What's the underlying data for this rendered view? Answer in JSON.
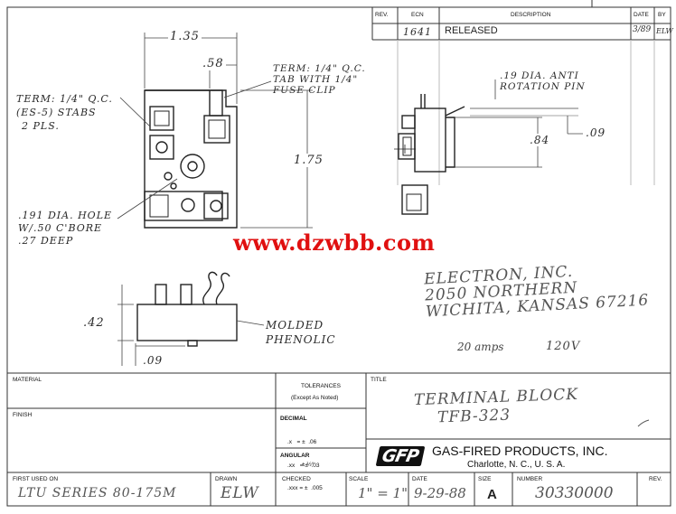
{
  "revision_block": {
    "headers": {
      "rev": "REV.",
      "ecn": "ECN",
      "description": "DESCRIPTION",
      "date": "DATE",
      "by": "BY"
    },
    "row": {
      "ecn": "1641",
      "description": "RELEASED",
      "date": "3/89",
      "by": "ELW"
    }
  },
  "drawing": {
    "dims": {
      "width": "1.35",
      "offset": ".58",
      "height": "1.75",
      "pin_offset": ".84",
      "pin_dia": ".09",
      "base_height": ".42",
      "base_foot": ".09"
    },
    "notes": {
      "term_qc_tabs": [
        "TERM: 1/4\" Q.C.",
        "(ES-5) STABS",
        "2 PLS."
      ],
      "term_fuse": [
        "TERM: 1/4\" Q.C.",
        "TAB WITH 1/4\"",
        "FUSE CLIP"
      ],
      "hole": [
        ".191 DIA. HOLE",
        "W/.50 C'BORE",
        ".27 DEEP"
      ],
      "pin": [
        ".19 DIA. ANTI",
        "ROTATION PIN"
      ],
      "molded": [
        "MOLDED",
        "PHENOLIC"
      ]
    },
    "address": [
      "ELECTRON, INC.",
      "2050 NORTHERN",
      "WICHITA, KANSAS 67216"
    ],
    "rating": {
      "amps": "20 amps",
      "volts": "120V"
    }
  },
  "watermark": "www.dzwbb.com",
  "title_block": {
    "material_label": "MATERIAL",
    "finish_label": "FINISH",
    "tolerances_label": "TOLERANCES",
    "tolerances_sub": "(Except As Noted)",
    "decimal_label": "DECIMAL",
    "decimal_rows": [
      ".x   = ±  .06",
      ".xx   = ±  .03",
      ".xxx = ±  .005"
    ],
    "angular_label": "ANGULAR",
    "angular_value": "± ½°",
    "title_label": "TITLE",
    "title_line1": "TERMINAL BLOCK",
    "title_line2": "TFB-323",
    "company_logo": "GFP",
    "company_name": "GAS-FIRED PRODUCTS, INC.",
    "company_city": "Charlotte, N. C., U. S. A.",
    "first_used_on_label": "FIRST USED ON",
    "first_used_on": "LTU SERIES 80-175M",
    "drawn_label": "DRAWN",
    "drawn": "ELW",
    "checked_label": "CHECKED",
    "scale_label": "SCALE",
    "scale": "1\" = 1\"",
    "date_label": "DATE",
    "date": "9-29-88",
    "size_label": "SIZE",
    "size": "A",
    "number_label": "NUMBER",
    "number": "30330000",
    "rev_label": "REV."
  }
}
